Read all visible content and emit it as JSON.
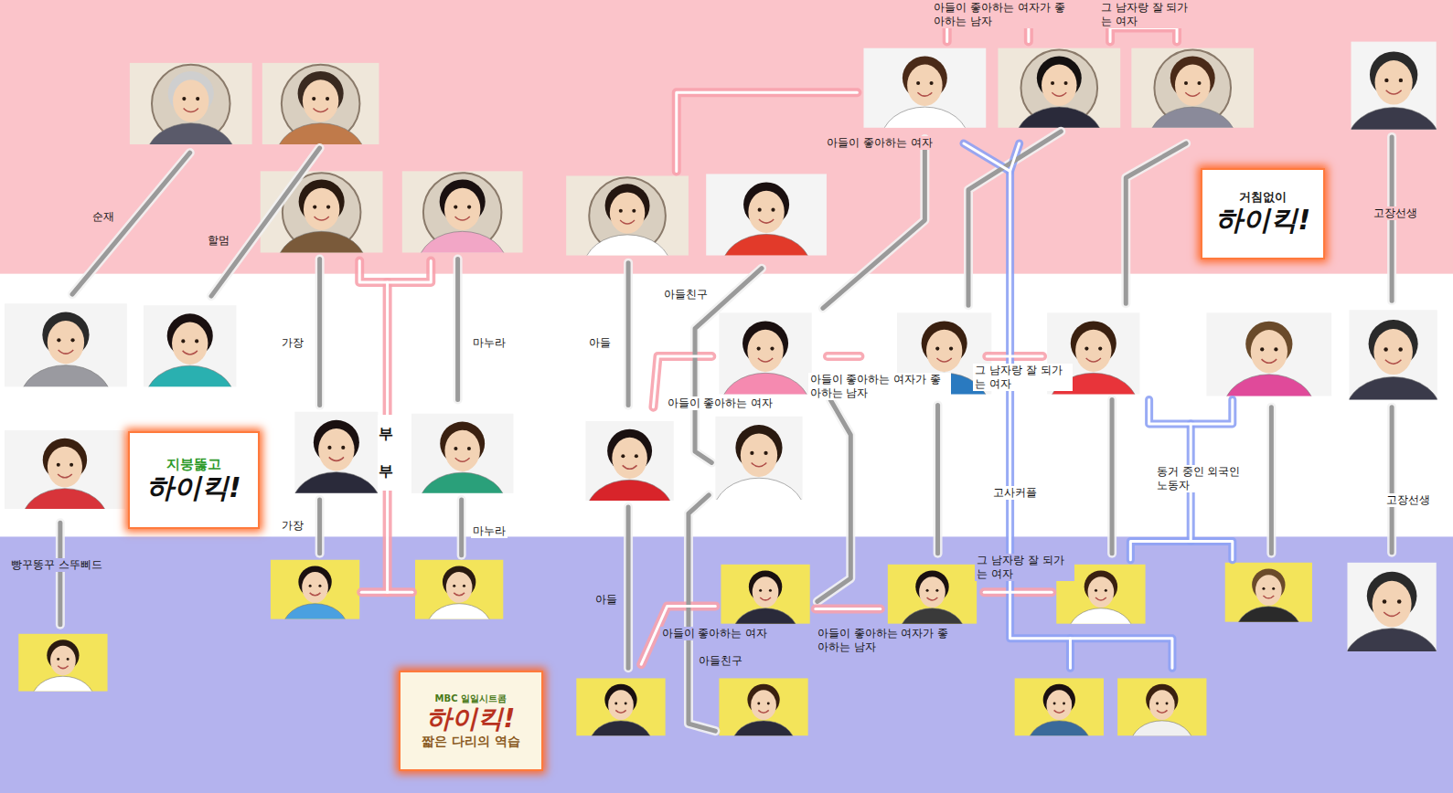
{
  "diagram": {
    "nodes": [
      {
        "text": [
          "거침없이",
          "하이킥!"
        ]
      },
      {
        "text": [
          "지붕뚫고",
          "하이킥!"
        ]
      },
      {
        "text": [
          "MBC 일일시트콤",
          "하이킥!",
          "짧은 다리의 역습"
        ]
      }
    ],
    "labels": [
      "아들이 좋아하는 여자가 좋아하는 남자",
      "그 남자랑 잘 되가는 여자",
      "아들이 좋아하는 여자",
      "고장선생",
      "순재",
      "할멈",
      "가장",
      "마누라",
      "아들",
      "아들친구",
      "아들이 좋아하는 여자",
      "아들이 좋아하는 여자가 좋아하는 남자",
      "그 남자랑 잘 되가는 여자",
      "부부",
      "동거 중인 외국인 노동자",
      "고사커플",
      "고장선생",
      "가장",
      "마누라",
      "빵꾸똥꾸 스뚜삐드",
      "그 남자랑 잘 되가는 여자",
      "아들",
      "아들이 좋아하는 여자",
      "아들이 좋아하는 여자가 좋아하는 남자",
      "아들친구"
    ]
  }
}
